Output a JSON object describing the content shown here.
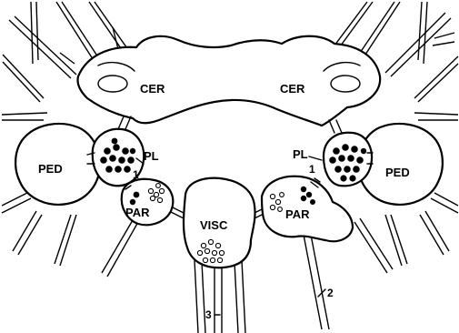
{
  "labels": {
    "cer_left": "CER",
    "cer_right": "CER",
    "ped_left": "PED",
    "ped_right": "PED",
    "pl_left": "PL",
    "pl_right": "PL",
    "par_left": "PAR",
    "par_right": "PAR",
    "visc": "VISC",
    "n1_left": "1",
    "n1_right": "1",
    "n2": "2",
    "n3": "3"
  },
  "colors": {
    "stroke": "#000000",
    "background": "#ffffff"
  }
}
